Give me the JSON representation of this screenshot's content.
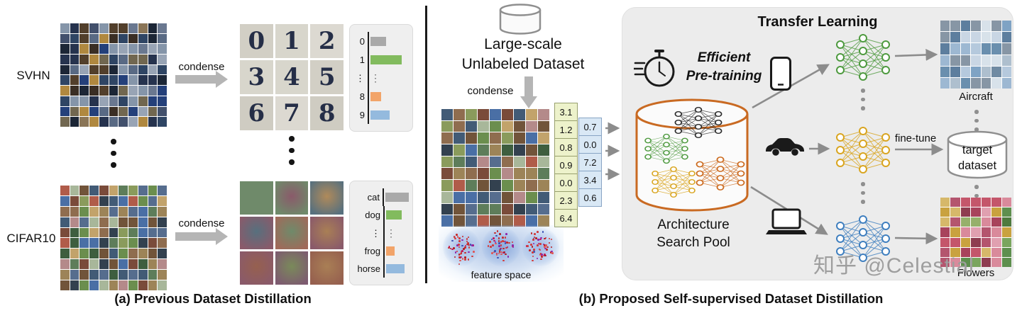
{
  "figure": {
    "panel_a": {
      "caption": "(a) Previous Dataset Distillation",
      "svhn": {
        "label": "SVHN",
        "condense_label": "condense",
        "synthetic_digits": [
          "0",
          "1",
          "2",
          "3",
          "4",
          "5",
          "6",
          "7",
          "8"
        ],
        "class_chart": {
          "rows": [
            {
              "label": "0",
              "color": "#a9a9a9",
              "width": 22
            },
            {
              "label": "1",
              "color": "#82bb5e",
              "width": 44
            },
            {
              "label": "⋮",
              "color": null,
              "width": 0
            },
            {
              "label": "8",
              "color": "#f2a469",
              "width": 15
            },
            {
              "label": "9",
              "color": "#94bade",
              "width": 27
            }
          ]
        }
      },
      "cifar": {
        "label": "CIFAR10",
        "condense_label": "condense",
        "class_chart": {
          "rows": [
            {
              "label": "cat",
              "color": "#a9a9a9",
              "width": 33
            },
            {
              "label": "dog",
              "color": "#82bb5e",
              "width": 22
            },
            {
              "label": "⋮",
              "color": null,
              "width": 0
            },
            {
              "label": "frog",
              "color": "#f2a469",
              "width": 12
            },
            {
              "label": "horse",
              "color": "#94bade",
              "width": 26
            }
          ]
        }
      }
    },
    "panel_b": {
      "caption": "(b) Proposed Self-supervised Dataset Distillation",
      "source_dataset": {
        "line1": "Large-scale",
        "line2": "Unlabeled Dataset"
      },
      "condense_label": "condense",
      "feature_table": {
        "left_column": [
          "3.1",
          "1.2",
          "0.8",
          "0.9",
          "0.0",
          "2.3",
          "6.4"
        ],
        "right_column": [
          "0.7",
          "0.0",
          "7.2",
          "3.4",
          "0.6"
        ]
      },
      "feature_space_label": "feature space",
      "transfer_learning": {
        "title": "Transfer Learning",
        "pretraining": {
          "line1": "Efficient",
          "line2": "Pre-training"
        },
        "pool_label": {
          "line1": "Architecture",
          "line2": "Search Pool"
        },
        "finetune_label": "fine-tune",
        "target_dataset": {
          "line1": "target",
          "line2": "dataset"
        },
        "aircraft_label": "Aircraft",
        "flowers_label": "Flowers"
      },
      "watermark": "知乎 @Celestial"
    },
    "colors": {
      "net_green": "#4e9a3f",
      "net_yellow": "#d9a520",
      "net_blue": "#3f7fbf",
      "net_black": "#2b2b2b",
      "net_orange": "#cc6a1e",
      "pool_outline": "#c96a22",
      "bar_gray": "#a9a9a9",
      "bar_green": "#82bb5e",
      "bar_orange": "#f2a469",
      "bar_blue": "#94bade"
    }
  }
}
